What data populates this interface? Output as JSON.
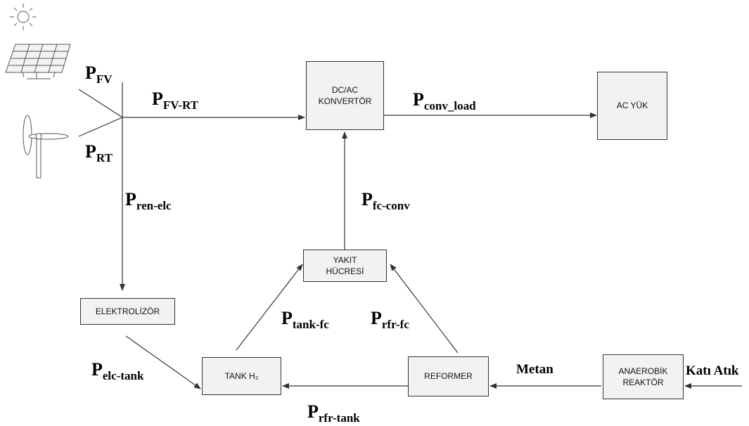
{
  "boxes": {
    "dcac": "DC/AC\nKONVERTÖR",
    "ac_load": "AC YÜK",
    "fuel_cell": "YAKIT\nHÜCRESİ",
    "electrolyzer": "ELEKTROLİZÖR",
    "tank": "TANK H₂",
    "reformer": "REFORMER",
    "anaerobic": "ANAEROBİK\nREAKTÖR"
  },
  "labels": {
    "p_fv": {
      "main": "P",
      "sub": "FV"
    },
    "p_rt": {
      "main": "P",
      "sub": "RT"
    },
    "p_fv_rt": {
      "main": "P",
      "sub": "FV-RT"
    },
    "p_conv_load": {
      "main": "P",
      "sub": "conv_load"
    },
    "p_ren_elc": {
      "main": "P",
      "sub": "ren-elc"
    },
    "p_fc_conv": {
      "main": "P",
      "sub": "fc-conv"
    },
    "p_tank_fc": {
      "main": "P",
      "sub": "tank-fc"
    },
    "p_rfr_fc": {
      "main": "P",
      "sub": "rfr-fc"
    },
    "p_elc_tank": {
      "main": "P",
      "sub": "elc-tank"
    },
    "p_rfr_tank": {
      "main": "P",
      "sub": "rfr-tank"
    },
    "metan": "Metan",
    "kati_atik": "Katı Atık"
  },
  "icons": [
    "sun-icon",
    "solar-panel-icon",
    "wind-turbine-icon"
  ]
}
